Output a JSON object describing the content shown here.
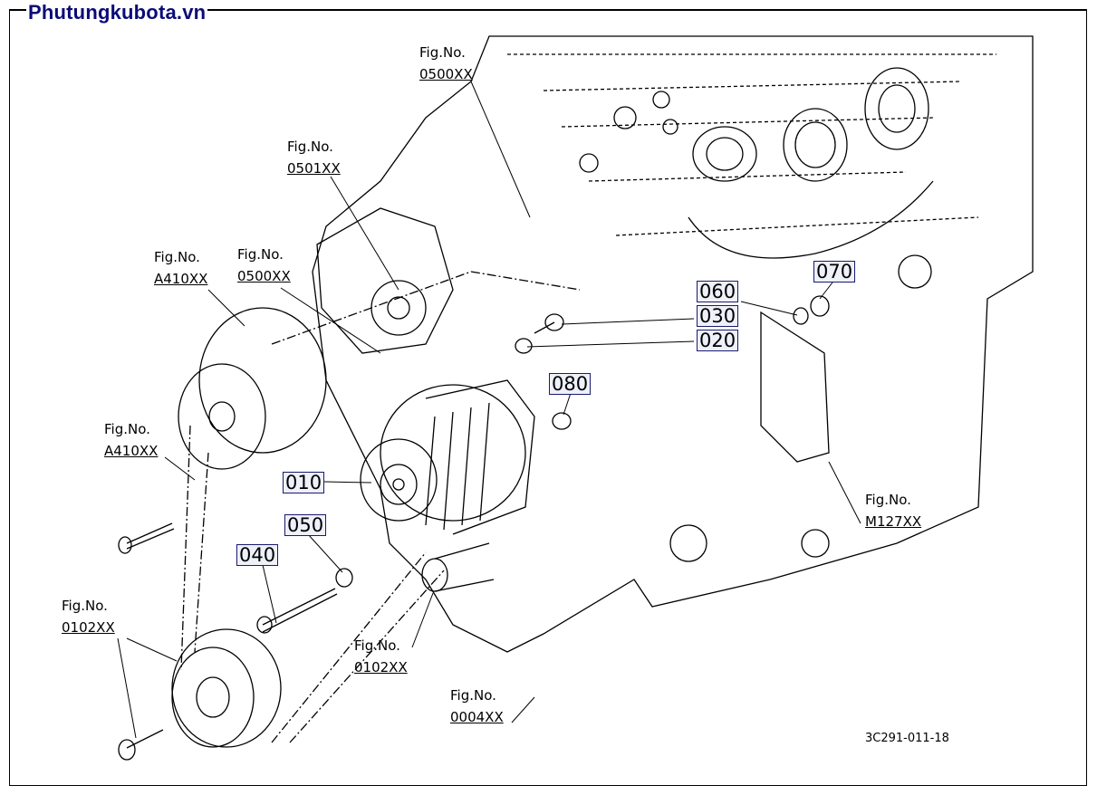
{
  "watermark": "Phutungkubota.vn",
  "drawing_code": "3C291-011-18",
  "figure_refs": [
    {
      "label": "Fig.No.",
      "number": "0500XX"
    },
    {
      "label": "Fig.No.",
      "number": "0501XX"
    },
    {
      "label": "Fig.No.",
      "number": "A410XX"
    },
    {
      "label": "Fig.No.",
      "number": "0500XX"
    },
    {
      "label": "Fig.No.",
      "number": "A410XX"
    },
    {
      "label": "Fig.No.",
      "number": "0102XX"
    },
    {
      "label": "Fig.No.",
      "number": "0102XX"
    },
    {
      "label": "Fig.No.",
      "number": "0004XX"
    },
    {
      "label": "Fig.No.",
      "number": "M127XX"
    }
  ],
  "parts": [
    "070",
    "060",
    "030",
    "020",
    "080",
    "010",
    "050",
    "040"
  ],
  "colors": {
    "watermark": "#0b0b78",
    "part_border": "#1a1a6e",
    "part_bg": "#eef0fa"
  }
}
